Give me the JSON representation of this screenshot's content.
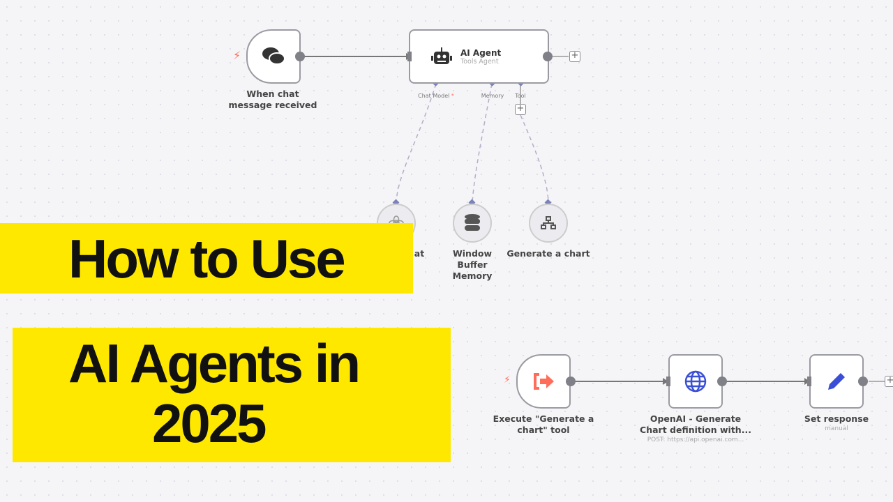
{
  "nodes": {
    "chat_trigger": {
      "label": "When chat message received",
      "icon": "chat-bubbles-icon"
    },
    "ai_agent": {
      "title": "AI Agent",
      "subtitle": "Tools Agent",
      "icon": "robot-icon",
      "ports": {
        "chat_model": "Chat Model",
        "required_mark": "*",
        "memory": "Memory",
        "tool": "Tool"
      }
    },
    "chat_model": {
      "label_partial": "at",
      "icon": "openai-icon"
    },
    "memory": {
      "label": "Window Buffer Memory",
      "icon": "database-icon"
    },
    "tool": {
      "label": "Generate a chart",
      "icon": "sitemap-icon"
    },
    "execute": {
      "label_line1": "Execute \"Generate a",
      "label_line2": "chart\" tool",
      "icon": "sign-out-icon"
    },
    "openai": {
      "label_line1": "OpenAI - Generate",
      "label_line2": "Chart definition with...",
      "subtitle": "POST: https://api.openai.com...",
      "icon": "globe-icon"
    },
    "set": {
      "label": "Set response",
      "subtitle": "manual",
      "icon": "pencil-icon"
    }
  },
  "add_label": "+",
  "banner": {
    "line1": "How to Use",
    "line2": "AI Agents in",
    "line3": "2025"
  },
  "colors": {
    "banner": "#ffe800",
    "trigger": "#ff6d5a",
    "accent": "#3b4fd6",
    "port": "#7b82b8"
  }
}
